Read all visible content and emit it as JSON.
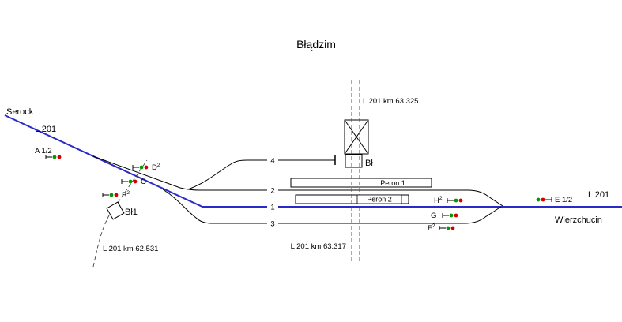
{
  "title": "Błądzim",
  "stations": {
    "left": "Serock",
    "right": "Wierzchucin"
  },
  "line": {
    "left_label": "L 201",
    "right_label": "L 201"
  },
  "km_markers": {
    "station_axis": "L 201  km  63.325",
    "second_axis": "L 201  km  63.317",
    "level_crossing": "L 201  km  62.531"
  },
  "buildings": {
    "station_box": "Bł",
    "crossing_box": "Bł1"
  },
  "platforms": {
    "peron1": "Peron 1",
    "peron2": "Peron 2"
  },
  "tracks": {
    "track4": "4",
    "track2": "2",
    "track1": "1",
    "track3": "3"
  },
  "signals": {
    "a": {
      "label": "A 1/2"
    },
    "d": {
      "letter": "D",
      "sup": "2"
    },
    "c": {
      "letter": "C",
      "sup": ""
    },
    "b": {
      "letter": "B",
      "sup": "2"
    },
    "h": {
      "letter": "H",
      "sup": "2"
    },
    "g": {
      "letter": "G",
      "sup": ""
    },
    "f": {
      "letter": "F",
      "sup": "2"
    },
    "e": {
      "label": "E 1/2"
    }
  },
  "colors": {
    "main_line": "#2a2ac8",
    "siding": "#000000",
    "lamp_green": "#009a00",
    "lamp_red": "#d40000"
  }
}
